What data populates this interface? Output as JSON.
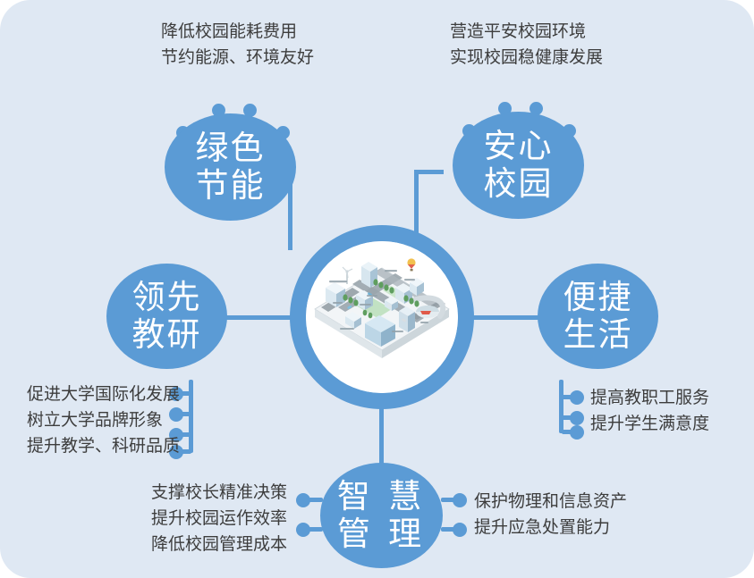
{
  "theme": {
    "background": "#dfe8f3",
    "node_blue": "#5b9bd5",
    "text_dark": "#3d3d3d",
    "node_text": "#ffffff",
    "hub_face": "#ffffff"
  },
  "hub": {
    "name": "smart-campus-illustration",
    "alt": "isometric smart campus city map"
  },
  "nodes": [
    {
      "id": "green-energy",
      "line1": "绿色",
      "line2": "节能",
      "antennas": 4
    },
    {
      "id": "safe-campus",
      "line1": "安心",
      "line2": "校园",
      "antennas": 4
    },
    {
      "id": "leading-research",
      "line1": "领先",
      "line2": "教研",
      "antennas": 0
    },
    {
      "id": "convenient-life",
      "line1": "便捷",
      "line2": "生活",
      "antennas": 0
    },
    {
      "id": "smart-management",
      "line1": "智 慧",
      "line2": "管 理",
      "antennas": 0
    }
  ],
  "captions": {
    "green_energy": {
      "align": "left",
      "lines": [
        "降低校园能耗费用",
        "节约能源、环境友好"
      ]
    },
    "safe_campus": {
      "align": "left",
      "lines": [
        "营造平安校园环境",
        "实现校园稳健康发展"
      ]
    },
    "leading_research": {
      "align": "left",
      "lines": [
        "促进大学国际化发展",
        "树立大学品牌形象",
        "提升教学、科研品质"
      ]
    },
    "convenient_life": {
      "align": "left",
      "lines": [
        "提高教职工服务",
        "提升学生满意度"
      ]
    },
    "smart_management_left": {
      "align": "right",
      "lines": [
        "支撑校长精准决策",
        "提升校园运作效率",
        "降低校园管理成本"
      ]
    },
    "smart_management_right": {
      "align": "left",
      "lines": [
        "保护物理和信息资产",
        "提升应急处置能力"
      ]
    }
  }
}
